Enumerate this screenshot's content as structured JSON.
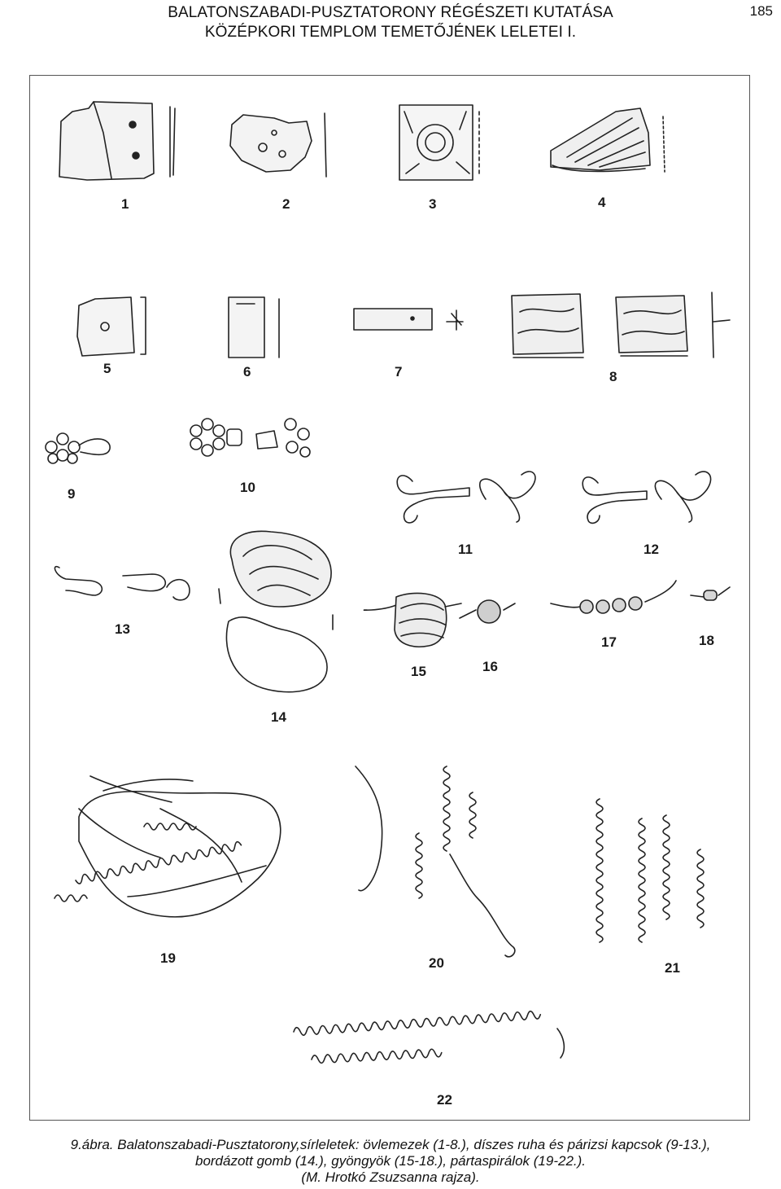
{
  "header": {
    "title_line1": "BALATONSZABADI-PUSZTATORONY RÉGÉSZETI KUTATÁSA",
    "title_line2": "KÖZÉPKORI TEMPLOM TEMETŐJÉNEK LELETEI I.",
    "page_number": "185"
  },
  "figure": {
    "item_numbers": [
      "1",
      "2",
      "3",
      "4",
      "5",
      "6",
      "7",
      "8",
      "9",
      "10",
      "11",
      "12",
      "13",
      "14",
      "15",
      "16",
      "17",
      "18",
      "19",
      "20",
      "21",
      "22"
    ]
  },
  "caption": {
    "line1": "9.ábra. Balatonszabadi-Pusztatorony,sírleletek: övlemezek (1-8.), díszes ruha és párizsi kapcsok (9-13.),",
    "line2": "bordázott gomb (14.), gyöngyök (15-18.), pártaspirálok (19-22.).",
    "line3": "(M. Hrotkó Zsuzsanna rajza)."
  }
}
